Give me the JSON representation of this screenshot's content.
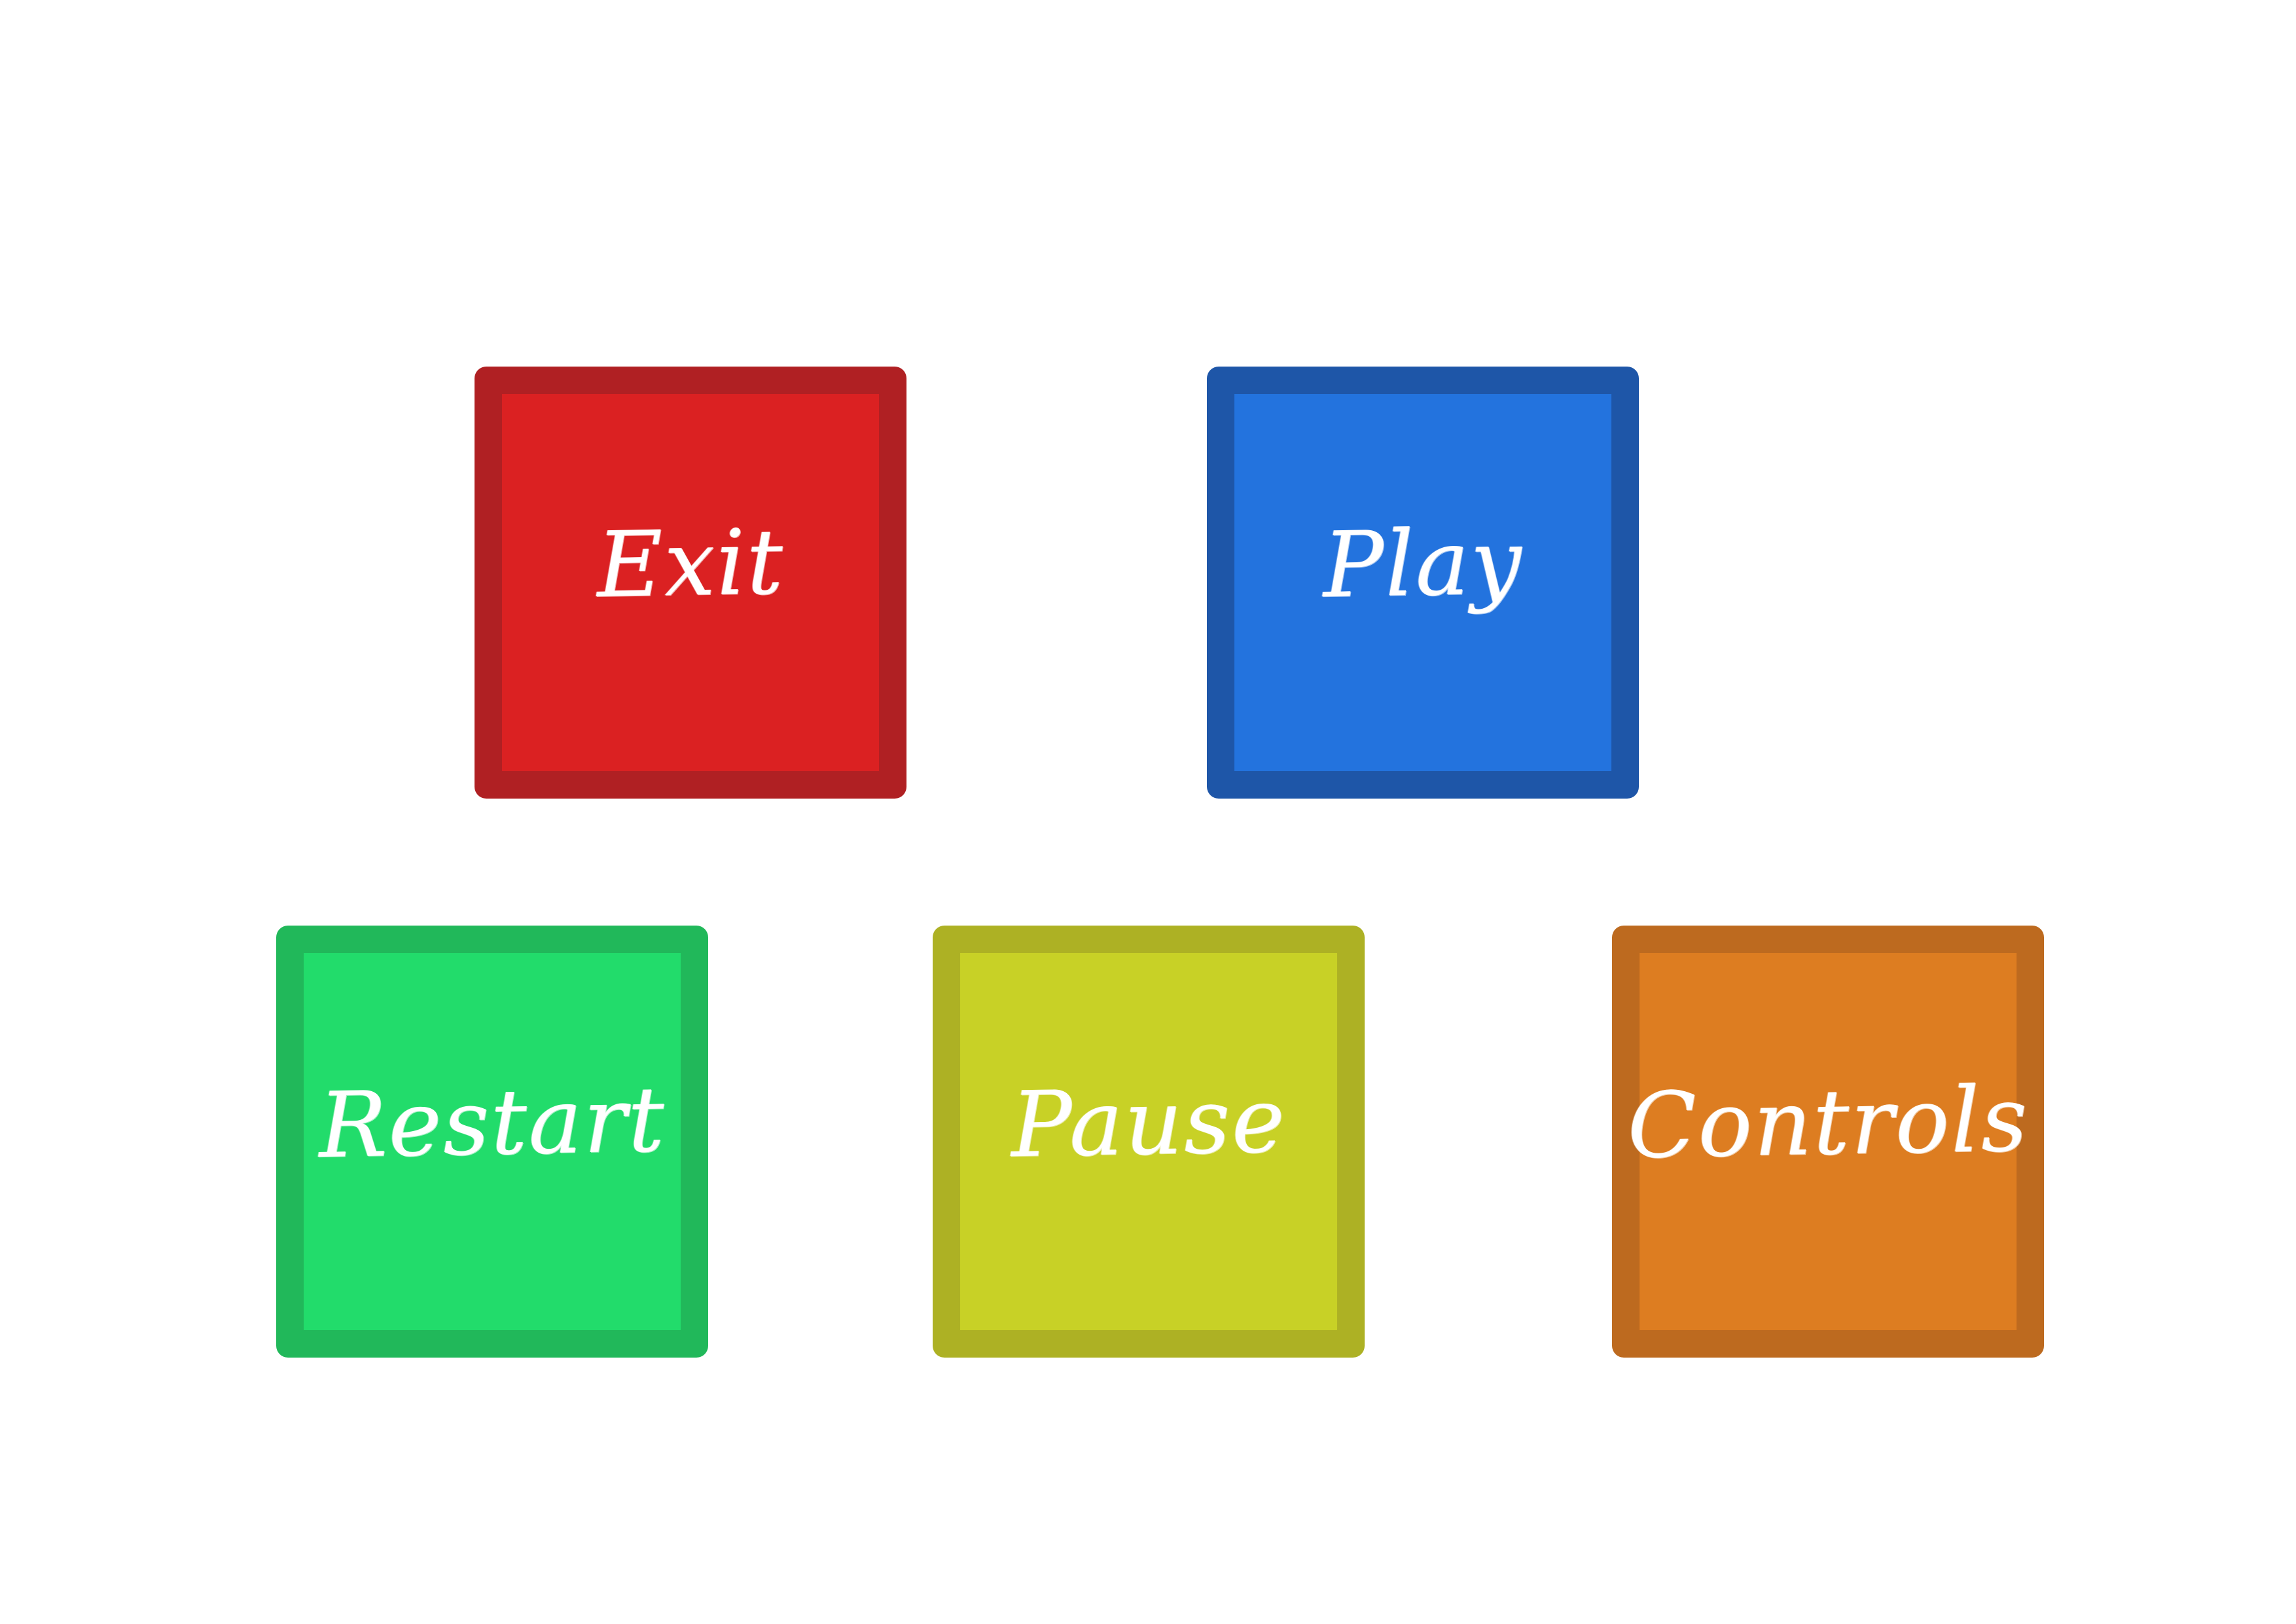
{
  "menu": {
    "buttons": [
      {
        "id": "exit",
        "label": "Exit",
        "fill": "#db2122",
        "border": "#b02023"
      },
      {
        "id": "play",
        "label": "Play",
        "fill": "#2373de",
        "border": "#1e56a8"
      },
      {
        "id": "restart",
        "label": "Restart",
        "fill": "#22dc6b",
        "border": "#21b85a"
      },
      {
        "id": "pause",
        "label": "Pause",
        "fill": "#c8d126",
        "border": "#adb124"
      },
      {
        "id": "controls",
        "label": "Controls",
        "fill": "#dd7d21",
        "border": "#bd6a1f"
      }
    ]
  },
  "colors": {
    "background": "#ffffff",
    "label_text": "#ffffff"
  }
}
